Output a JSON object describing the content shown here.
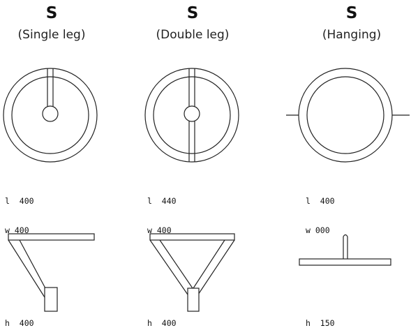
{
  "variants": [
    {
      "letter": "S",
      "subtitle": "(Single leg)",
      "dim_l": "l  400",
      "dim_w": "w 400",
      "height": "h  400"
    },
    {
      "letter": "S",
      "subtitle": "(Double leg)",
      "dim_l": "l  440",
      "dim_w": "w 400",
      "height": "h  400"
    },
    {
      "letter": "S",
      "subtitle": "(Hanging)",
      "dim_l": "l  400",
      "dim_w": "w 000",
      "height": "h  150"
    }
  ]
}
